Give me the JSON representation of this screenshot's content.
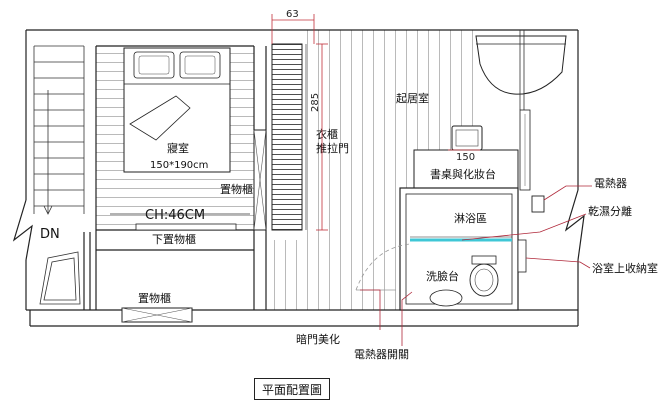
{
  "labels": {
    "bedroom": "寢室",
    "bed_size": "150*190cm",
    "ceiling_height": "CH:46CM",
    "storage_cabinet": "置物櫃",
    "lower_cabinet": "下置物櫃",
    "bottom_cabinet": "置物櫃",
    "down": "DN",
    "wardrobe_line1": "衣櫃",
    "wardrobe_line2": "推拉門",
    "living_room": "起居室",
    "desk_vanity": "書桌與化妝台",
    "shower_area": "淋浴區",
    "washbasin": "洗臉台",
    "water_heater": "電熱器",
    "dry_wet_separation": "乾濕分離",
    "bath_storage": "浴室上收納室",
    "hidden_door": "暗門美化",
    "heater_switch": "電熱器開關",
    "dim_wardrobe_width": "63",
    "dim_wardrobe_length": "285",
    "dim_desk": "150"
  },
  "title": "平面配置圖",
  "colors": {
    "line": "#222222",
    "hatch": "#9a9a9a",
    "dimension": "#c0303a",
    "glass": "#3fc7d6",
    "leader": "#b0283a"
  }
}
